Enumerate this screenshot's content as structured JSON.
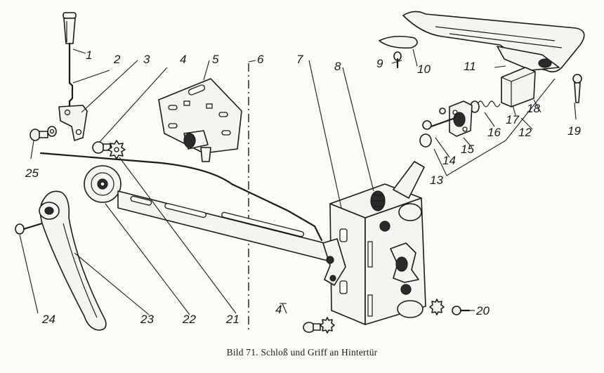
{
  "caption": "Bild 71. Schloß und Griff an Hintertür",
  "callouts": {
    "c1": "1",
    "c2": "2",
    "c3": "3",
    "c4": "4",
    "c5": "5",
    "c6": "6",
    "c7": "7",
    "c8": "8",
    "c9": "9",
    "c10": "10",
    "c11": "11",
    "c12": "12",
    "c13": "13",
    "c14": "14",
    "c15": "15",
    "c16": "16",
    "c17": "17",
    "c18": "18",
    "c19": "19",
    "c20": "20",
    "c21": "21",
    "c22": "22",
    "c23": "23",
    "c24": "24",
    "c25": "25",
    "c4b": "4"
  }
}
